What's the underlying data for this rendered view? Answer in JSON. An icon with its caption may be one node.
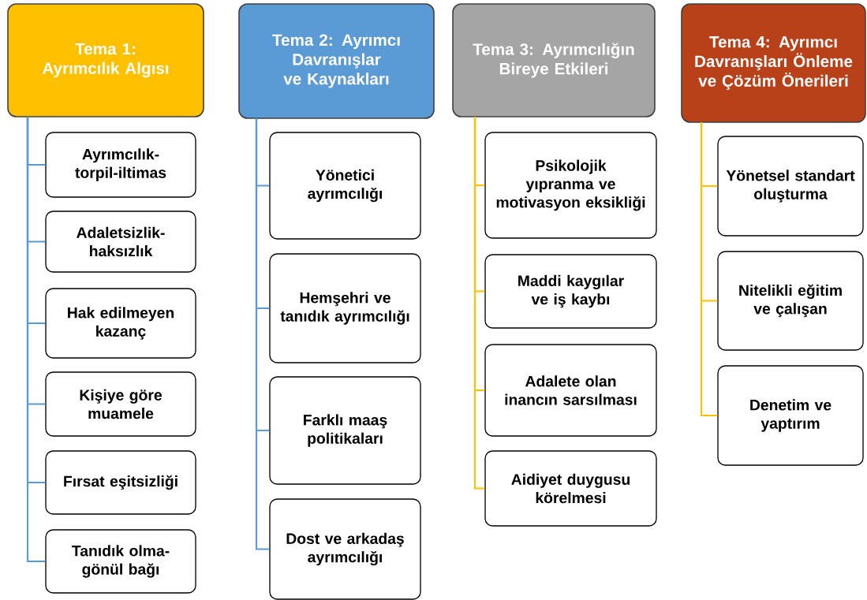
{
  "diagram": {
    "nodes": [
      {
        "text": [
          "Tema 1: Ayrımcılık Algısı"
        ]
      },
      {
        "text": [
          "Ayrımcılık-torpil-iltimas"
        ]
      },
      {
        "text": [
          "Adaletsizlik-haksızlık"
        ]
      },
      {
        "text": [
          "Hak edilmeyen kazanç"
        ]
      },
      {
        "text": [
          "Kişiye göre muamele"
        ]
      },
      {
        "text": [
          "Fırsat eşitsizliği"
        ]
      },
      {
        "text": [
          "Tanıdık olma-gönül bağı"
        ]
      },
      {
        "text": [
          "Tema 2: Ayrımcı Davranışlar ve Kaynakları"
        ]
      },
      {
        "text": [
          "Yönetici ayrımcılığı"
        ]
      },
      {
        "text": [
          "Hemşehri ve tanıdık ayrımcılığı"
        ]
      },
      {
        "text": [
          "Farklı maaş politikaları"
        ]
      },
      {
        "text": [
          "Dost ve arkadaş ayrımcılığı"
        ]
      },
      {
        "text": [
          "Tema 3: Ayrımcılığın Bireye Etkileri"
        ]
      },
      {
        "text": [
          "Psikolojik yıpranma ve motivasyon eksikliği"
        ]
      },
      {
        "text": [
          "Maddi kaygılar ve iş kaybı"
        ]
      },
      {
        "text": [
          "Adalete olan inancın sarsılması"
        ]
      },
      {
        "text": [
          "Aidiyet duygusu körelmesi"
        ]
      },
      {
        "text": [
          "Tema 4: Ayrımcı Davranışları Önleme ve Çözüm Önerileri"
        ]
      },
      {
        "text": [
          "Yönetsel standart oluşturma"
        ]
      },
      {
        "text": [
          "Nitelikli eğitim ve çalışan"
        ]
      },
      {
        "text": [
          "Denetim ve yaptırım"
        ]
      }
    ],
    "edges": [
      {
        "from": 0,
        "to": 1,
        "arrow": "none"
      },
      {
        "from": 0,
        "to": 2,
        "arrow": "none"
      },
      {
        "from": 0,
        "to": 3,
        "arrow": "none"
      },
      {
        "from": 0,
        "to": 4,
        "arrow": "none"
      },
      {
        "from": 0,
        "to": 5,
        "arrow": "none"
      },
      {
        "from": 0,
        "to": 6,
        "arrow": "none"
      },
      {
        "from": 7,
        "to": 8,
        "arrow": "none"
      },
      {
        "from": 7,
        "to": 9,
        "arrow": "none"
      },
      {
        "from": 7,
        "to": 10,
        "arrow": "none"
      },
      {
        "from": 7,
        "to": 11,
        "arrow": "none"
      },
      {
        "from": 12,
        "to": 13,
        "arrow": "none",
        "color": "#ffc000"
      },
      {
        "from": 12,
        "to": 14,
        "arrow": "none",
        "color": "#ffc000"
      },
      {
        "from": 12,
        "to": 15,
        "arrow": "none",
        "color": "#ffc000"
      },
      {
        "from": 12,
        "to": 16,
        "arrow": "none",
        "color": "#ffc000"
      },
      {
        "from": 17,
        "to": 18,
        "arrow": "none",
        "color": "#ffc000"
      },
      {
        "from": 17,
        "to": 19,
        "arrow": "none",
        "color": "#ffc000"
      },
      {
        "from": 17,
        "to": 20,
        "arrow": "none",
        "color": "#ffc000"
      }
    ]
  }
}
